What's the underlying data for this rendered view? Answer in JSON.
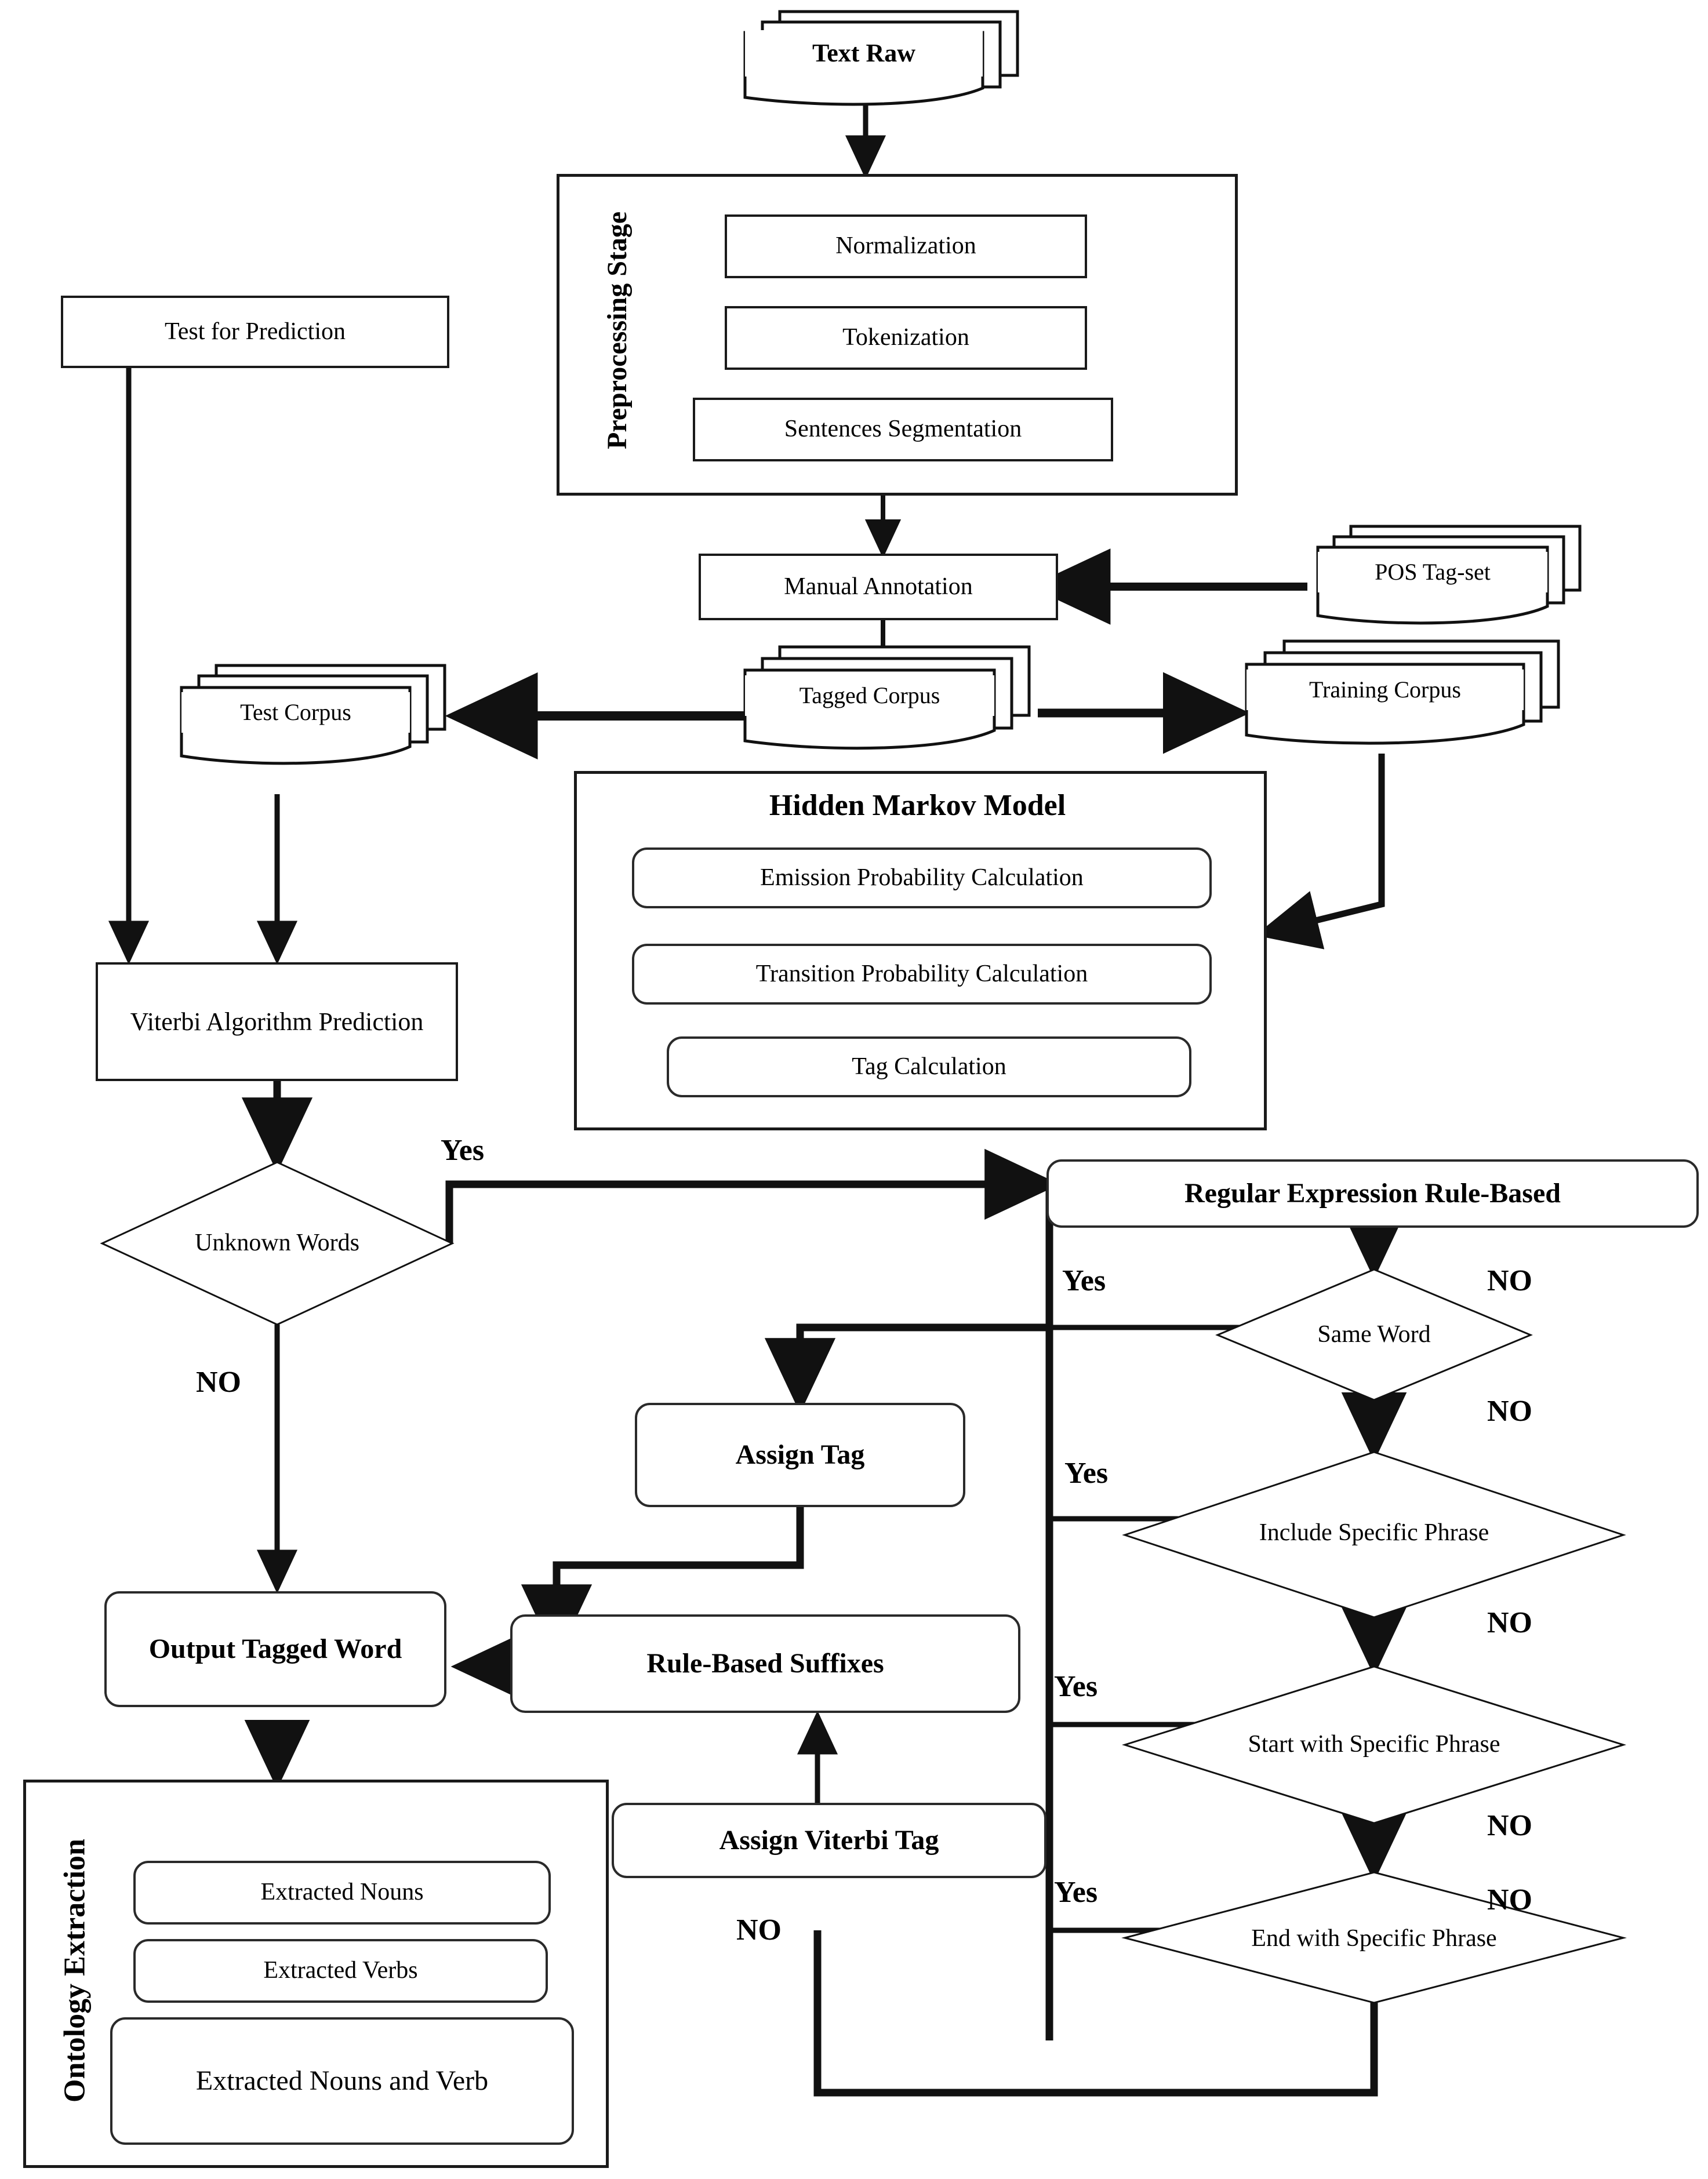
{
  "diagram": {
    "title": "POS tagging and ontology extraction flowchart",
    "nodes": {
      "text_raw": "Text Raw",
      "preprocessing_stage": "Preprocessing Stage",
      "normalization": "Normalization",
      "tokenization": "Tokenization",
      "sentences_segmentation": "Sentences Segmentation",
      "manual_annotation": "Manual Annotation",
      "pos_tagset": "POS Tag-set",
      "tagged_corpus": "Tagged Corpus",
      "training_corpus": "Training Corpus",
      "test_corpus": "Test Corpus",
      "test_for_prediction": "Test for Prediction",
      "hmm_title": "Hidden Markov Model",
      "emission_probability": "Emission Probability Calculation",
      "transition_probability": "Transition Probability Calculation",
      "tag_calculation": "Tag Calculation",
      "viterbi_prediction": "Viterbi Algorithm Prediction",
      "unknown_words": "Unknown Words",
      "regex_rule_based": "Regular Expression Rule-Based",
      "same_word": "Same Word",
      "include_specific_phrase": "Include Specific Phrase",
      "start_with_specific_phrase": "Start with Specific Phrase",
      "end_with_specific_phrase": "End with Specific Phrase",
      "assign_tag": "Assign Tag",
      "rule_based_suffixes": "Rule-Based Suffixes",
      "assign_viterbi_tag": "Assign Viterbi Tag",
      "output_tagged_word": "Output Tagged Word",
      "ontology_extraction": "Ontology Extraction",
      "extracted_nouns": "Extracted Nouns",
      "extracted_verbs": "Extracted Verbs",
      "extracted_nouns_and_verb": "Extracted Nouns and Verb"
    },
    "edge_labels": {
      "unknown_yes": "Yes",
      "unknown_no": "NO",
      "same_word_yes": "Yes",
      "same_word_no": "NO",
      "same_word_no_down": "NO",
      "include_yes": "Yes",
      "include_no": "NO",
      "start_yes": "Yes",
      "start_no": "NO",
      "end_yes": "Yes",
      "end_no": "NO",
      "suffix_no": "NO"
    },
    "colors": {
      "line": "#1a1a1a",
      "background": "#ffffff",
      "text": "#000000"
    }
  }
}
